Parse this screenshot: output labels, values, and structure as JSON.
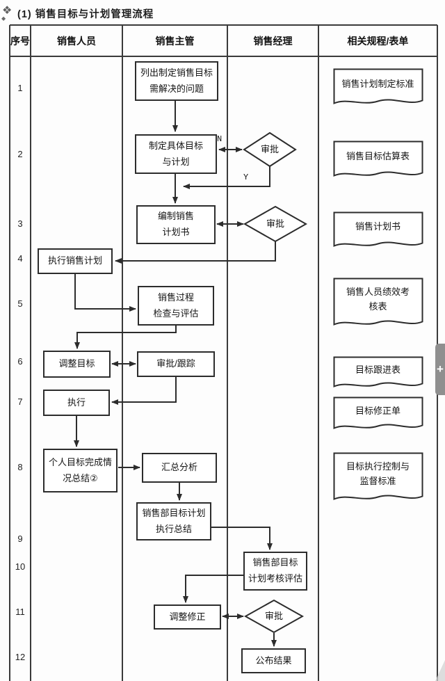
{
  "title": {
    "text": "(1) 销售目标与计划管理流程"
  },
  "icons": {
    "title_marker": "❖",
    "title_marker_small": "◆",
    "side_handle": "+"
  },
  "table": {
    "headers": [
      "序号",
      "销售人员",
      "销售主管",
      "销售经理",
      "相关规程/表单"
    ],
    "row_numbers": [
      "1",
      "2",
      "3",
      "4",
      "5",
      "6",
      "7",
      "8",
      "9",
      "10",
      "11",
      "12"
    ]
  },
  "flow": {
    "steps": {
      "s1": "列出制定销售目标\n需解决的问题",
      "s2": "制定具体目标\n与计划",
      "s3": "编制销售\n计划书",
      "s4": "执行销售计划",
      "s5": "销售过程\n检查与评估",
      "s6a": "调整目标",
      "s6b": "审批/跟踪",
      "s7": "执行",
      "s8a": "个人目标完成情\n况总结②",
      "s8b": "汇总分析",
      "s9": "销售部目标计划\n执行总结",
      "s10": "销售部目标\n计划考核评估",
      "s11": "调整修正",
      "s12": "公布结果"
    },
    "decisions": {
      "d2": "审批",
      "d3": "审批",
      "d11": "审批"
    },
    "branch_labels": {
      "no": "N",
      "yes": "Y"
    },
    "documents": {
      "doc1": "销售计划制定标准",
      "doc2": "销售目标估算表",
      "doc3": "销售计划书",
      "doc4": "销售人员绩效考\n核表",
      "doc5": "目标跟进表",
      "doc6": "目标修正单",
      "doc7": "目标执行控制与\n监督标准"
    }
  },
  "colors": {
    "line": "#2c2c2c",
    "grid": "#3a3a3a",
    "handle": "#8f8f8f"
  }
}
